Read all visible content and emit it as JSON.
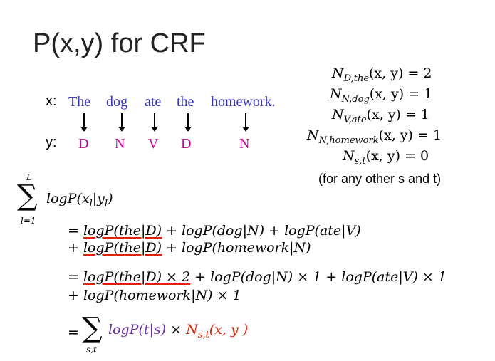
{
  "title": "P(x,y) for CRF",
  "labels": {
    "x": "x:",
    "y": "y:"
  },
  "words": [
    "The",
    "dog",
    "ate",
    "the",
    "homework."
  ],
  "tags": [
    "D",
    "N",
    "V",
    "D",
    "N"
  ],
  "counts": [
    {
      "sub": "D,the",
      "args": "(x, y) = 2"
    },
    {
      "sub": "N,dog",
      "args": "(x, y) = 1"
    },
    {
      "sub": "V,ate",
      "args": "(x, y) = 1"
    },
    {
      "sub": "N,homework",
      "args": "(x, y) = 1"
    },
    {
      "sub": "s,t",
      "args": "(x, y) = 0"
    }
  ],
  "counts_note": "(for any other s and t)",
  "sum_upper": "L",
  "sum_lower": "l=1",
  "sum_body": "logP(x",
  "line1": {
    "eq": "= ",
    "t1": "logP(the|D)",
    "rest": " + logP(dog|N) + logP(ate|V)"
  },
  "line2": {
    "plus": "+ ",
    "t1": "logP(the|D)",
    "rest": " + logP(homework|N)"
  },
  "line3": {
    "eq": "= ",
    "t1": "logP(the|D) × 2",
    "rest": " + logP(dog|N) × 1 + logP(ate|V) × 1"
  },
  "line4": "+ logP(homework|N) × 1",
  "final": {
    "eq": "=",
    "lower": "s,t",
    "term": "logP(t|s)",
    "times": " × ",
    "n": "N",
    "n_sub": "s,t",
    "n_args": "(x, y )"
  }
}
